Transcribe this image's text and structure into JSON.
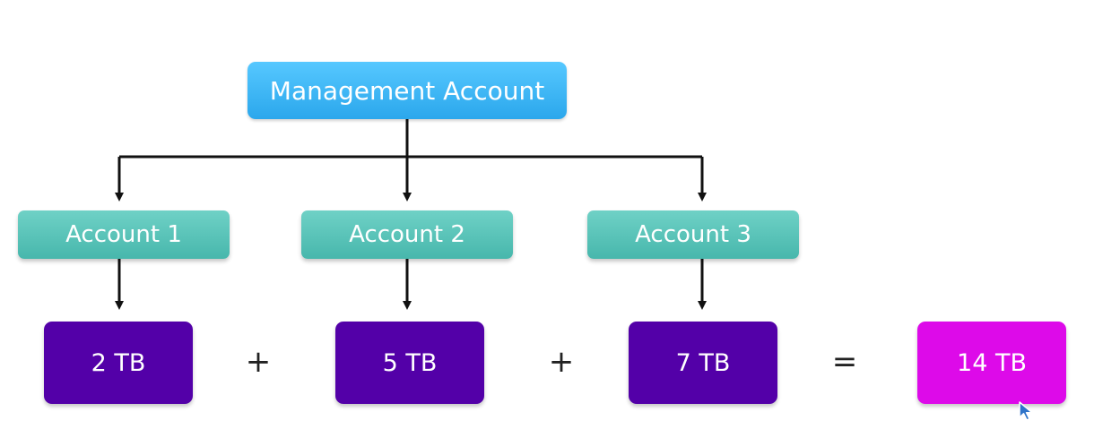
{
  "management_account": {
    "label": "Management Account",
    "color": "#3bb6f6"
  },
  "accounts": [
    {
      "label": "Account 1",
      "storage": "2 TB"
    },
    {
      "label": "Account 2",
      "storage": "5 TB"
    },
    {
      "label": "Account 3",
      "storage": "7 TB"
    }
  ],
  "operators": {
    "plus_1": "+",
    "plus_2": "+",
    "equals": "="
  },
  "total": {
    "label": "14 TB",
    "color": "#dd0ae9"
  },
  "colors": {
    "account": "#5cc4b9",
    "storage": "#5300a8",
    "connector": "#111111"
  },
  "icons": {
    "cursor": "mouse-pointer-icon"
  }
}
